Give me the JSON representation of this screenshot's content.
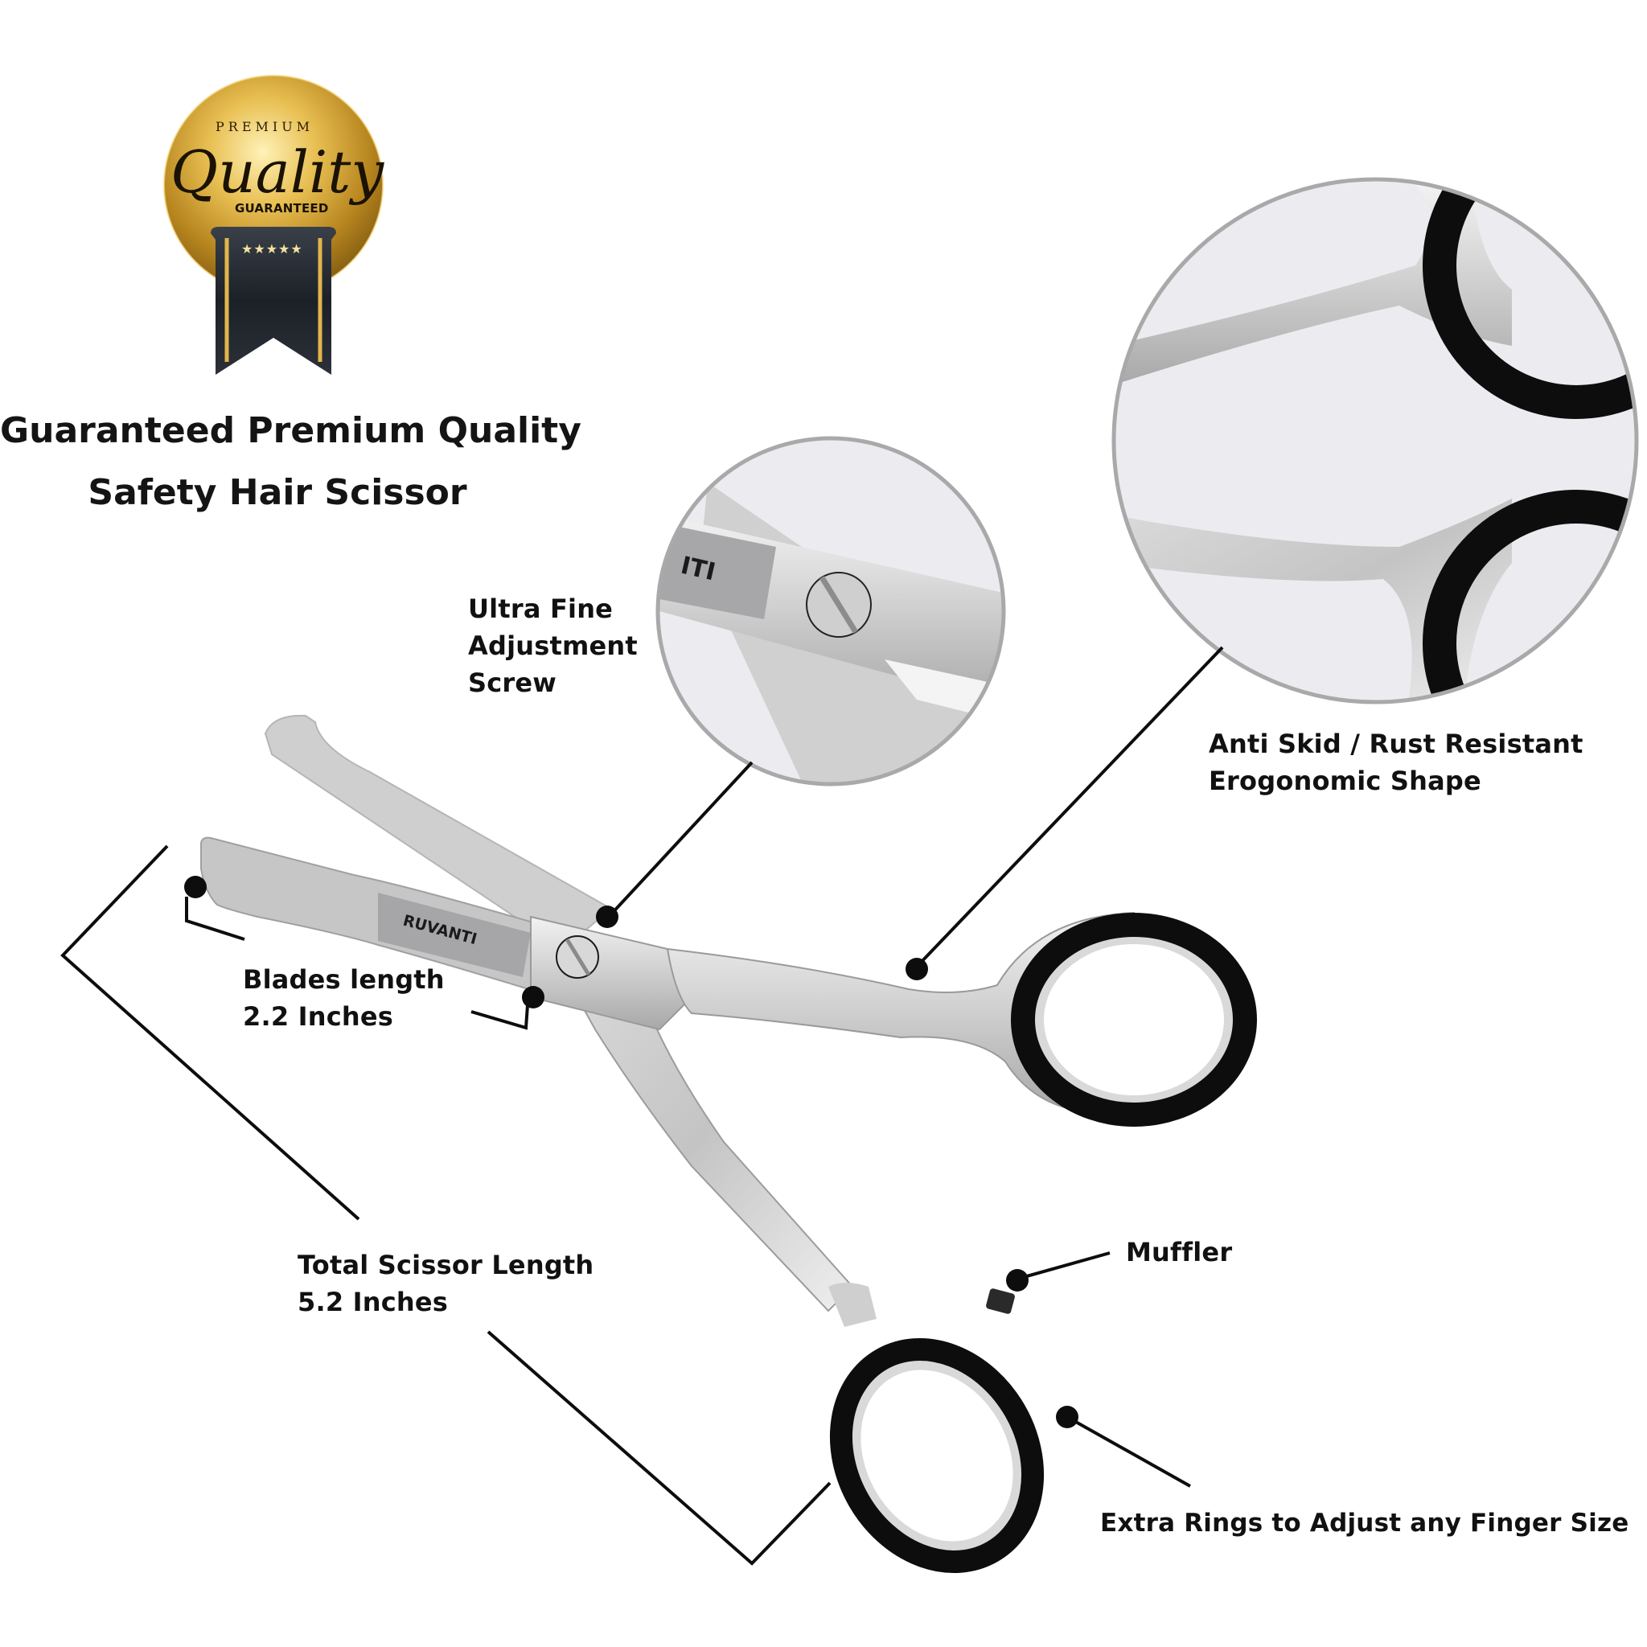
{
  "badge": {
    "top_text": "PREMIUM",
    "script_text": "Quality",
    "bottom_text": "GUARANTEED",
    "stars": "★★★★★",
    "colors": {
      "gold": "#d4a63a",
      "gold_dark": "#8a6416",
      "ribbon": "#262b33",
      "ribbon_edge": "#e2b54a"
    }
  },
  "headline": {
    "line1": "Guaranteed Premium Quality",
    "line2": "Safety Hair Scissor"
  },
  "product": {
    "brand": "RUVANTI",
    "inset_brand_fragment": "ITI"
  },
  "callouts": {
    "adjustment_screw": [
      "Ultra Fine",
      "Adjustment",
      "Screw"
    ],
    "anti_skid": [
      "Anti Skid / Rust Resistant",
      "Erogonomic Shape"
    ],
    "blades_length": [
      "Blades length",
      "2.2 Inches"
    ],
    "total_length": [
      "Total Scissor Length",
      "5.2 Inches"
    ],
    "muffler": [
      "Muffler"
    ],
    "extra_rings": [
      "Extra Rings to Adjust any Finger Size"
    ]
  },
  "colors": {
    "background": "#ffffff",
    "text": "#111111",
    "steel_light": "#e6e6e6",
    "steel_mid": "#c9c9c9",
    "steel_dark": "#9a9a9a",
    "ring_black": "#0d0d0d",
    "inset_bg": "#ecebef",
    "inset_border": "#a9a9a9"
  }
}
